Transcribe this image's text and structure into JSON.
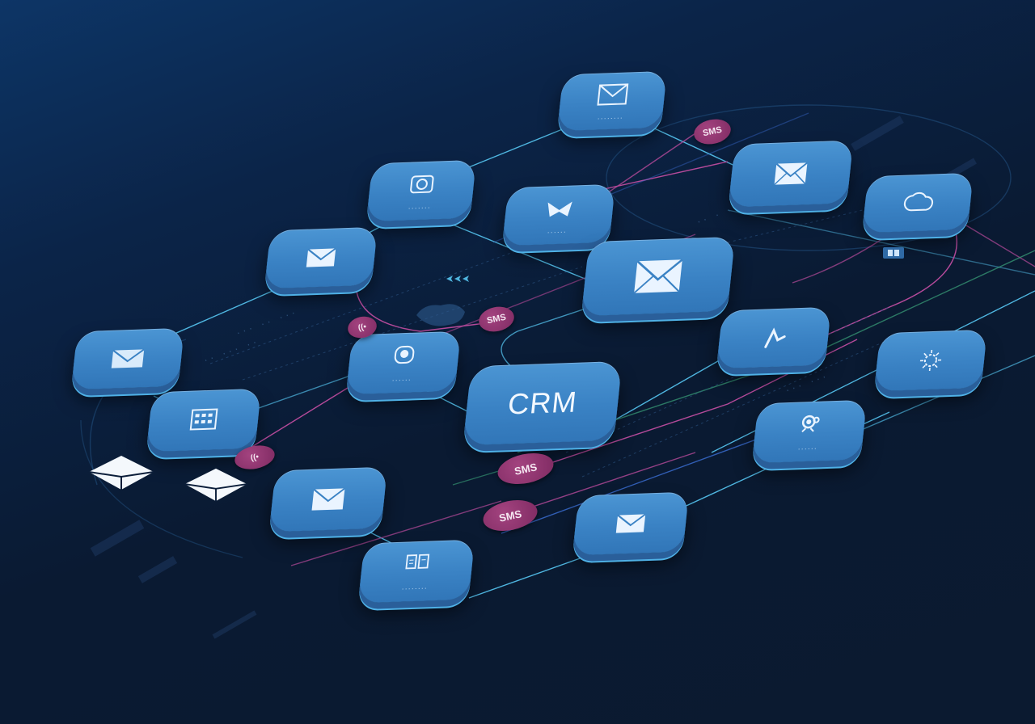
{
  "scene": {
    "title": "CRM automation workflow network",
    "colors": {
      "background_top": "#0d3566",
      "background_bottom": "#0a1a32",
      "tile_face": "#3a82c4",
      "tile_edge": "#4fb1e6",
      "line_cyan": "#4fb6e0",
      "line_magenta": "#b54a9a",
      "line_green": "#3aa37a",
      "badge": "#8e3170",
      "icon": "#eaf4ff"
    }
  },
  "hub": {
    "label": "CRM"
  },
  "tiles": [
    {
      "id": "email-top",
      "icon": "envelope-icon",
      "label": "········"
    },
    {
      "id": "camera-node",
      "icon": "camera-icon",
      "label": "·······"
    },
    {
      "id": "bowtie-node",
      "icon": "bowtie-icon",
      "label": "······"
    },
    {
      "id": "email-right-top",
      "icon": "envelope-icon",
      "label": ""
    },
    {
      "id": "cloud-node",
      "icon": "cloud-icon",
      "label": ""
    },
    {
      "id": "email-left-upper",
      "icon": "envelope-icon",
      "label": ""
    },
    {
      "id": "email-large",
      "icon": "envelope-icon",
      "label": ""
    },
    {
      "id": "email-far-left",
      "icon": "envelope-icon",
      "label": ""
    },
    {
      "id": "contact-node",
      "icon": "contact-icon",
      "label": "······"
    },
    {
      "id": "user-flow-node",
      "icon": "user-flow-icon",
      "label": ""
    },
    {
      "id": "gear-node",
      "icon": "spark-icon",
      "label": ""
    },
    {
      "id": "calendar-node",
      "icon": "calendar-icon",
      "label": ""
    },
    {
      "id": "person-node",
      "icon": "person-icon",
      "label": "······"
    },
    {
      "id": "email-lower-left",
      "icon": "envelope-icon",
      "label": ""
    },
    {
      "id": "email-lower-right",
      "icon": "envelope-icon",
      "label": ""
    },
    {
      "id": "dashboard-node",
      "icon": "dashboard-icon",
      "label": "········"
    }
  ],
  "badges": [
    {
      "id": "sms-top",
      "text": "SMS"
    },
    {
      "id": "sms-middle",
      "text": "SMS"
    },
    {
      "id": "sms-lower-1",
      "text": "SMS"
    },
    {
      "id": "sms-lower-2",
      "text": "SMS"
    },
    {
      "id": "signal-1",
      "text": "((•"
    },
    {
      "id": "signal-2",
      "text": "((•"
    }
  ],
  "floating_icons": [
    "envelope-icon",
    "envelope-icon"
  ],
  "decorative_text": [
    "··· ·· ···",
    "·· ··· ··",
    "··· ···",
    "·· · ···"
  ]
}
